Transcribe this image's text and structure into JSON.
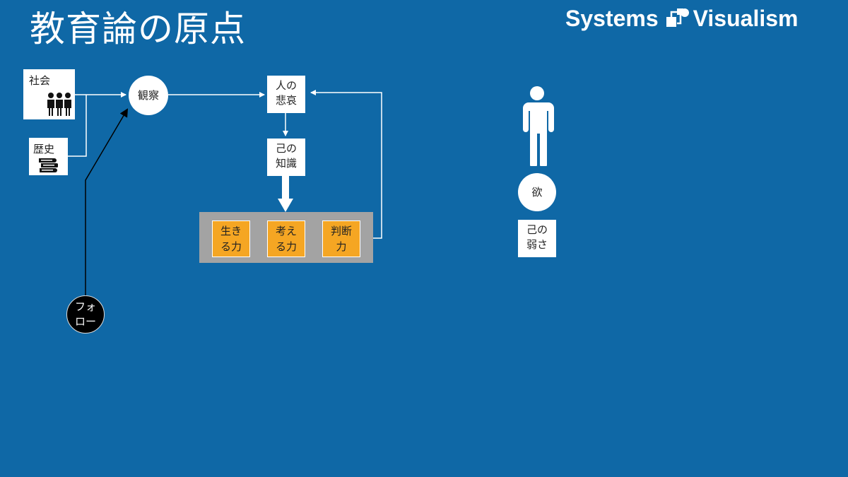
{
  "title": "教育論の原点",
  "brand": {
    "left": "Systems",
    "right": "Visualism"
  },
  "nodes": {
    "society": {
      "label": "社会"
    },
    "history": {
      "label": "歴史"
    },
    "observation": {
      "label": "観察"
    },
    "human_joys": {
      "line1": "人の",
      "line2": "悲哀"
    },
    "self_knowledge": {
      "line1": "己の",
      "line2": "知識"
    },
    "follow": {
      "line1": "フォ",
      "line2": "ロー"
    },
    "desire": {
      "label": "欲"
    },
    "self_weakness": {
      "line1": "己の",
      "line2": "弱さ"
    }
  },
  "abilities": [
    {
      "line1": "生き",
      "line2": "る力"
    },
    {
      "line1": "考え",
      "line2": "る力"
    },
    {
      "line1": "判断",
      "line2": "力"
    }
  ],
  "icons": {
    "society": "people-group-icon",
    "history": "books-stack-icon",
    "person": "person-icon",
    "brand": "systems-logo-icon"
  },
  "colors": {
    "background": "#0f68a6",
    "box": "#ffffff",
    "ability_box": "#f5a623",
    "panel": "#a3a3a3",
    "follow_circle": "#000000"
  }
}
